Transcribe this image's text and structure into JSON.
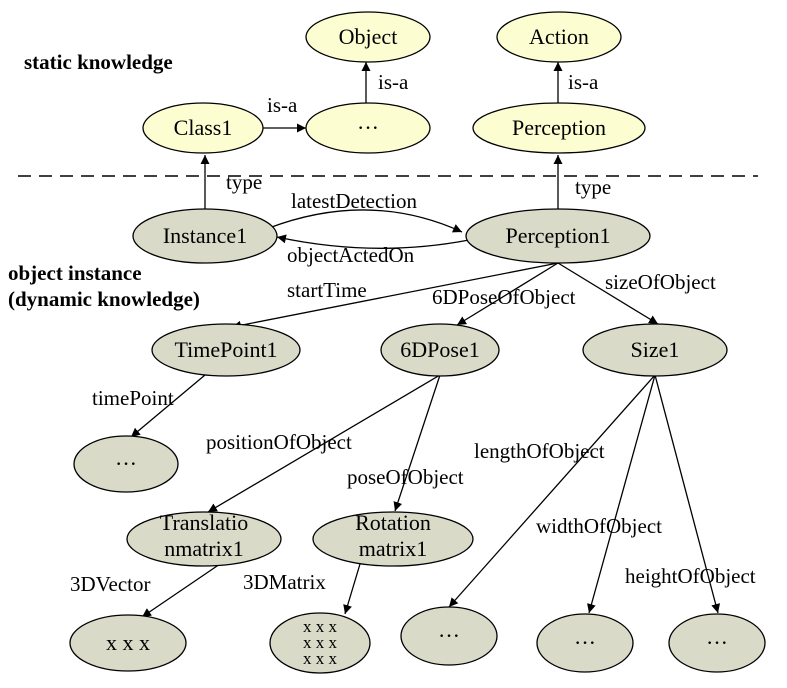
{
  "headers": {
    "static": "static knowledge",
    "instance_line1": "object instance",
    "instance_line2": "(dynamic knowledge)"
  },
  "nodes": {
    "object": "Object",
    "action": "Action",
    "class1": "Class1",
    "dots_static": "···",
    "perception": "Perception",
    "instance1": "Instance1",
    "perception1": "Perception1",
    "timepoint1": "TimePoint1",
    "pose6d1": "6DPose1",
    "size1": "Size1",
    "dots_time": "···",
    "translation_l1": "Translatio",
    "translation_l2": "nmatrix1",
    "rotation_l1": "Rotation",
    "rotation_l2": "matrix1",
    "vector_xxx": "x x x",
    "matrix_row1": "x x x",
    "matrix_row2": "x x x",
    "matrix_row3": "x x x",
    "dots_length": "···",
    "dots_width": "···",
    "dots_height": "···"
  },
  "edges": {
    "isa_class": "is-a",
    "isa_object": "is-a",
    "isa_action": "is-a",
    "type_instance": "type",
    "type_perception": "type",
    "latest_detection": "latestDetection",
    "object_acted_on": "objectActedOn",
    "start_time": "startTime",
    "pose_of_object_6d": "6DPoseOfObject",
    "size_of_object": "sizeOfObject",
    "time_point": "timePoint",
    "position_of_object": "positionOfObject",
    "pose_of_object": "poseOfObject",
    "length_of_object": "lengthOfObject",
    "width_of_object": "widthOfObject",
    "height_of_object": "heightOfObject",
    "vector_3d": "3DVector",
    "matrix_3d": "3DMatrix"
  }
}
